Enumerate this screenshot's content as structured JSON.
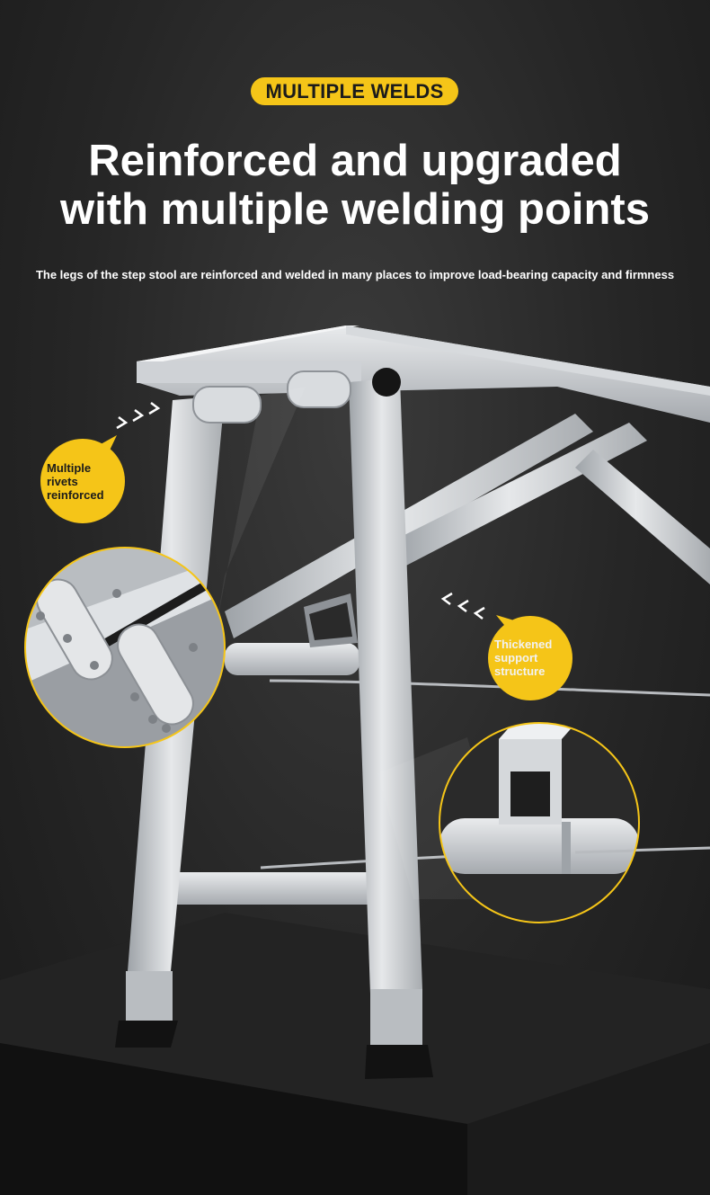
{
  "badge": {
    "label": "MULTIPLE WELDS"
  },
  "headline": {
    "line1": "Reinforced and upgraded",
    "line2": "with multiple welding points"
  },
  "subtitle": "The legs of the step stool are reinforced and welded in many places to improve load-bearing capacity and firmness",
  "callouts": {
    "rivets": [
      "Multiple",
      "rivets",
      "reinforced"
    ],
    "support": [
      "Thickened",
      "support",
      "structure"
    ]
  },
  "colors": {
    "accent": "#f5c518",
    "background": "#262626",
    "metal": "#c9ccd0"
  }
}
